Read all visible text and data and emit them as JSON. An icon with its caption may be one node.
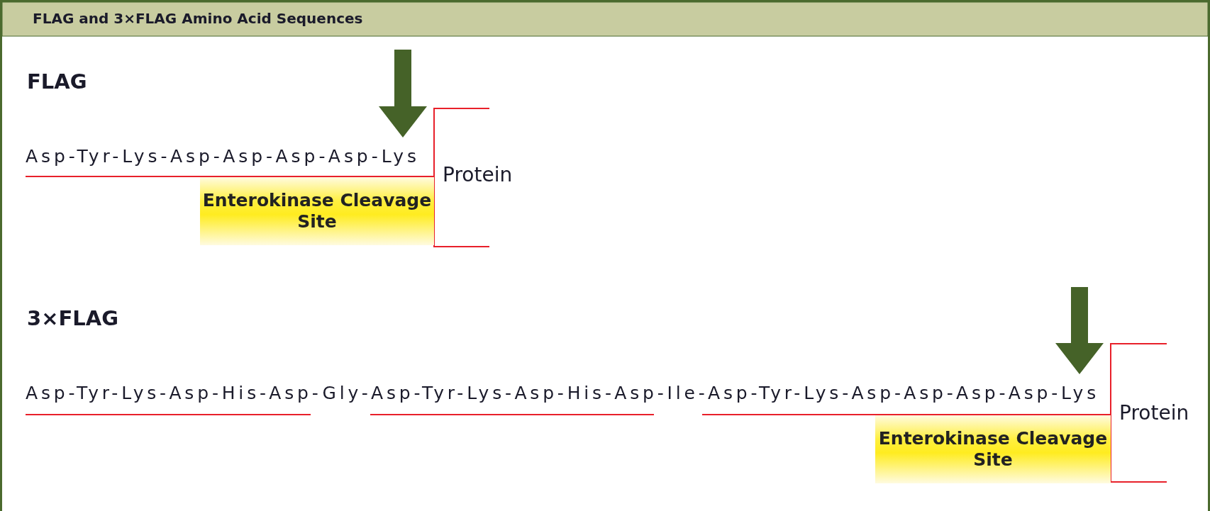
{
  "diagram": {
    "title": "FLAG and 3×FLAG Amino Acid Sequences",
    "nodes": [
      {
        "text": [
          "Enterokinase Cleavage Site"
        ]
      },
      {
        "text": [
          "Enterokinase Cleavage Site"
        ]
      }
    ],
    "labels": [
      "FLAG",
      "Asp-Tyr-Lys-Asp-Asp-Asp-Asp-Lys",
      "Protein",
      "3×FLAG",
      "Asp-Tyr-Lys-Asp-His-Asp-Gly-Asp-Tyr-Lys-Asp-His-Asp-Ile-Asp-Tyr-Lys-Asp-Asp-Asp-Asp-Lys",
      "Protein"
    ]
  }
}
